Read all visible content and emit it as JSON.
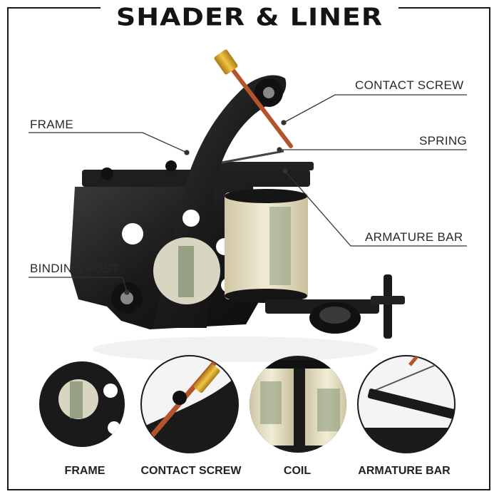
{
  "title": "SHADER & LINER",
  "callouts": {
    "contact_screw": "CONTACT SCREW",
    "frame": "FRAME",
    "spring": "SPRING",
    "armature_bar": "ARMATURE BAR",
    "binding_post": "BINDING POST"
  },
  "thumbnails": [
    {
      "label": "FRAME"
    },
    {
      "label": "CONTACT SCREW"
    },
    {
      "label": "COIL"
    },
    {
      "label": "ARMATURE BAR"
    }
  ],
  "colors": {
    "frame_black": "#1c1c1c",
    "copper": "#b5532a",
    "brass": "#d9a628",
    "coil_cream": "#e8e2c6",
    "banknote_green": "#8c9a7c"
  }
}
